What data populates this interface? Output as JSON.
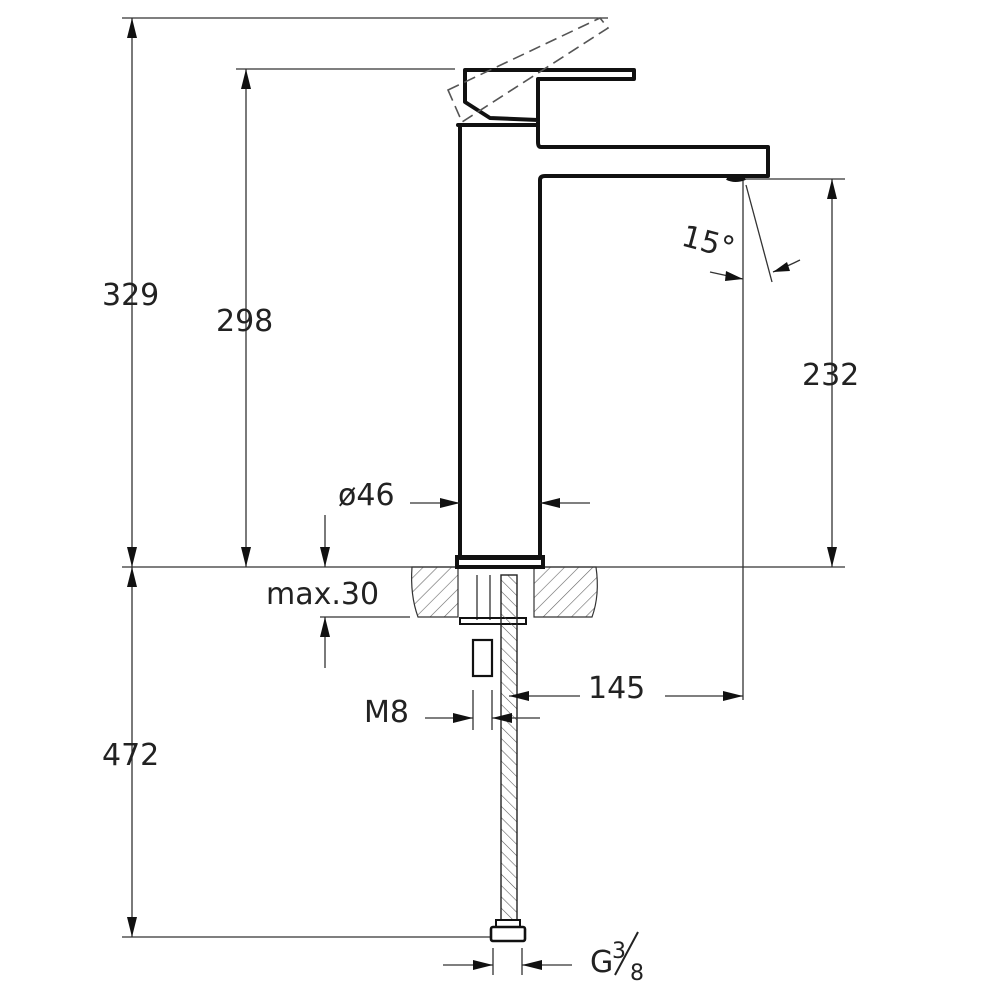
{
  "drawing": {
    "subject": "Tall single-lever basin mixer",
    "dimensions": {
      "total_height": "329",
      "body_height": "298",
      "spout_outlet_height": "232",
      "body_diameter": "ø46",
      "max_counter_thickness": "max.30",
      "spout_reach": "145",
      "stud_thread": "M8",
      "hose_connection_prefix": "G",
      "hose_connection_numerator": "3",
      "hose_connection_denominator": "8",
      "below_counter_length": "472",
      "aerator_angle": "15°"
    }
  }
}
